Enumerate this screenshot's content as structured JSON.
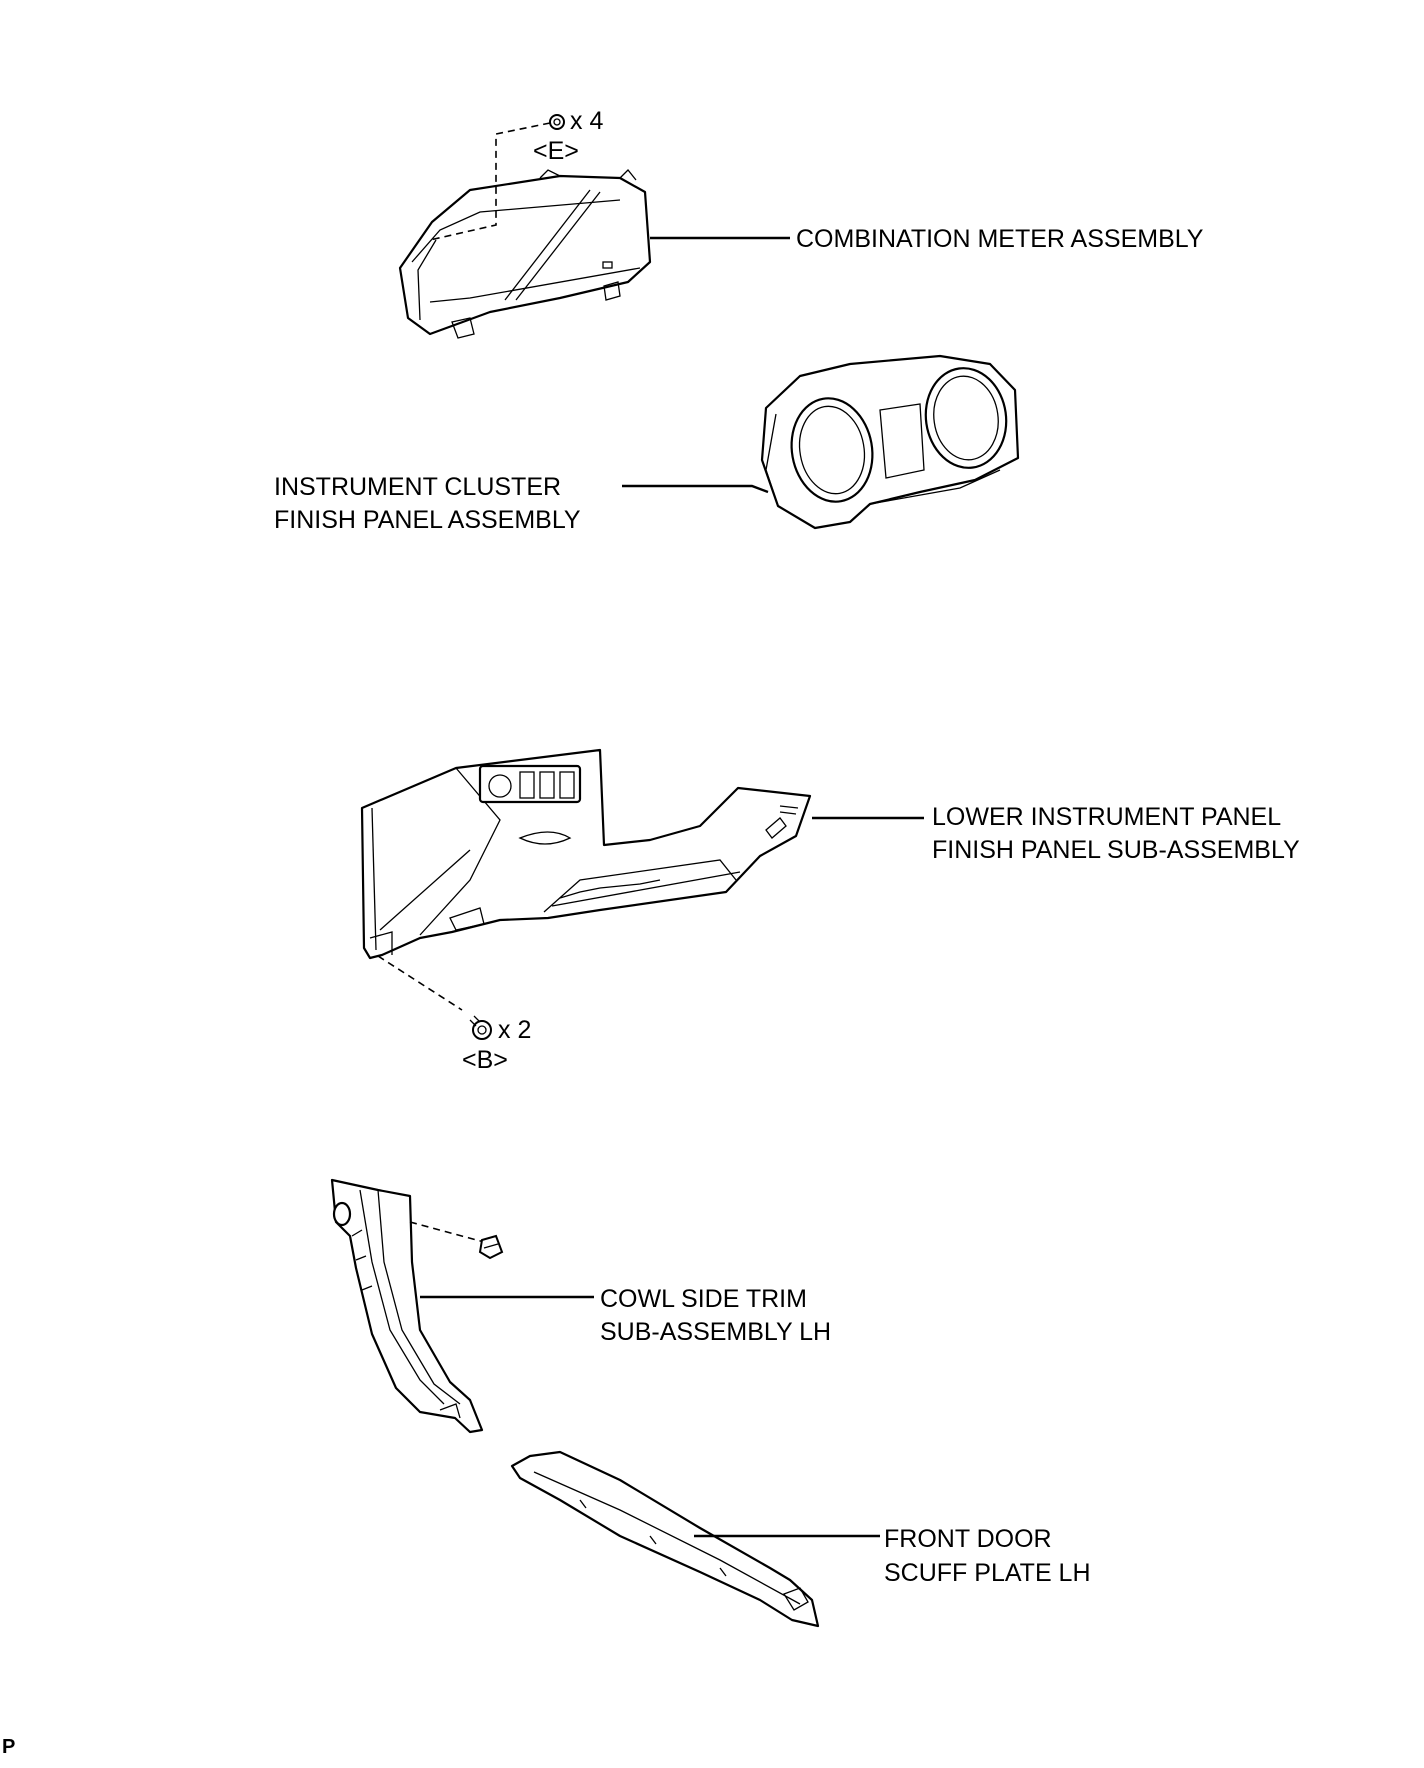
{
  "labels": {
    "combination_meter": "COMBINATION METER ASSEMBLY",
    "cluster_finish_line1": "INSTRUMENT CLUSTER",
    "cluster_finish_line2": "FINISH PANEL ASSEMBLY",
    "lower_panel_line1": "LOWER INSTRUMENT PANEL",
    "lower_panel_line2": "FINISH PANEL SUB-ASSEMBLY",
    "cowl_trim_line1": "COWL SIDE TRIM",
    "cowl_trim_line2": "SUB-ASSEMBLY LH",
    "scuff_plate_line1": "FRONT DOOR",
    "scuff_plate_line2": "SCUFF PLATE LH"
  },
  "fasteners": {
    "meter_screw_qty": "x 4",
    "meter_screw_code": "<E>",
    "lower_panel_bolt_qty": "x 2",
    "lower_panel_bolt_code": "<B>"
  },
  "footer_code": "P"
}
